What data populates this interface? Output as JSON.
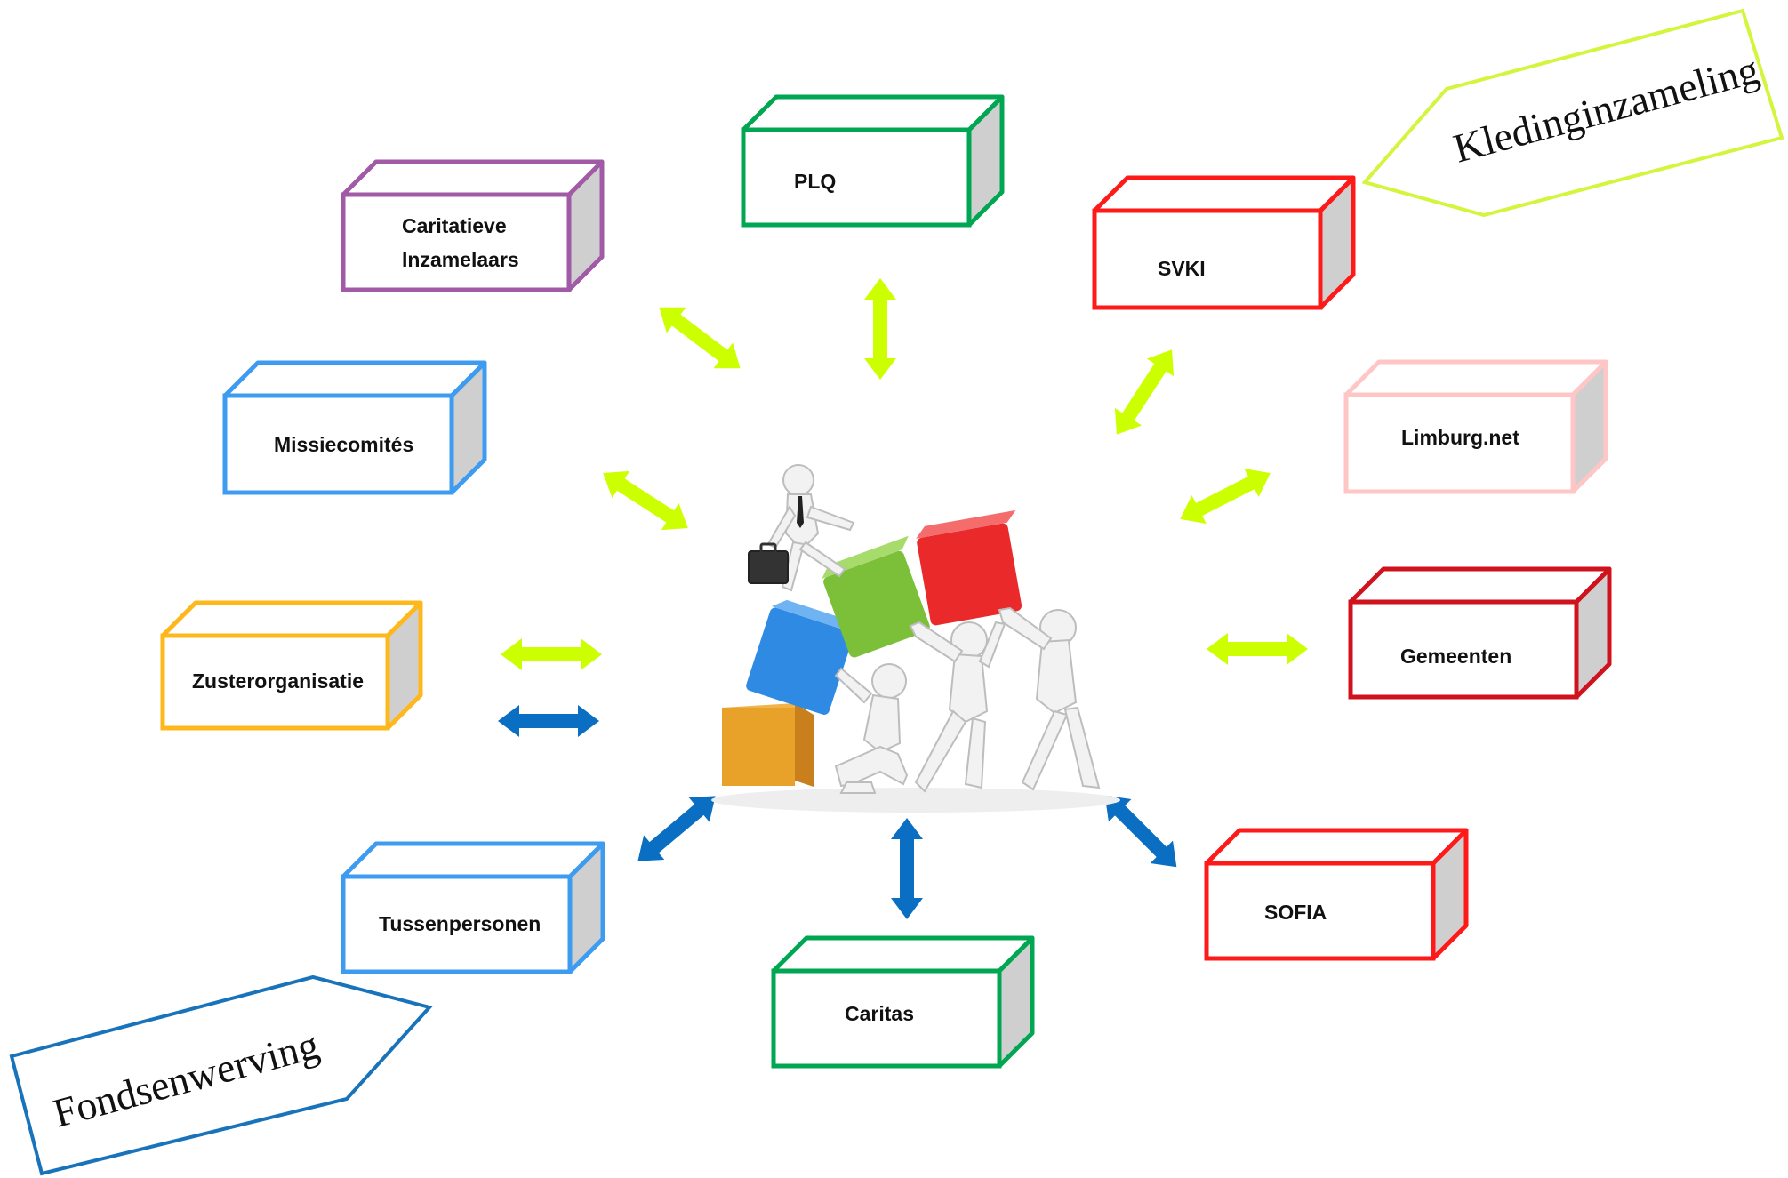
{
  "diagram": {
    "boxes": [
      {
        "id": "plq",
        "lines": [
          "PLQ"
        ],
        "color": "#00a651"
      },
      {
        "id": "caritatieve",
        "lines": [
          "Caritatieve",
          "Inzamelaars"
        ],
        "color": "#a05aa6"
      },
      {
        "id": "svki",
        "lines": [
          "SVKI"
        ],
        "color": "#ff1a1a"
      },
      {
        "id": "missiecomites",
        "lines": [
          "Missiecomités"
        ],
        "color": "#3d9bf0"
      },
      {
        "id": "limburg",
        "lines": [
          "Limburg.net"
        ],
        "color": "#ffc6c6"
      },
      {
        "id": "zusterorganisatie",
        "lines": [
          "Zusterorganisatie"
        ],
        "color": "#ffb81c"
      },
      {
        "id": "gemeenten",
        "lines": [
          "Gemeenten"
        ],
        "color": "#d0121d"
      },
      {
        "id": "tussenpersonen",
        "lines": [
          "Tussenpersonen"
        ],
        "color": "#3d9bf0"
      },
      {
        "id": "sofia",
        "lines": [
          "SOFIA"
        ],
        "color": "#ff1a1a"
      },
      {
        "id": "caritas",
        "lines": [
          "Caritas"
        ],
        "color": "#00a651"
      }
    ],
    "tags": [
      {
        "id": "kledinginzameling",
        "text": "Kledinginzameling",
        "color": "#d4f53d"
      },
      {
        "id": "fondsenwerving",
        "text": "Fondsenwerving",
        "color": "#1873bb"
      }
    ],
    "arrow_colors": {
      "clothing": "#ccff00",
      "funding": "#0a6fc2"
    },
    "box_side_color": "#cfcfcf",
    "center_image": {
      "icon": "teamwork-figures-pushing-cubes-icon",
      "cube_colors": [
        "#e8a22a",
        "#2f8ae3",
        "#7cc03a",
        "#ea2a2a",
        "#3a3a3a"
      ]
    }
  }
}
